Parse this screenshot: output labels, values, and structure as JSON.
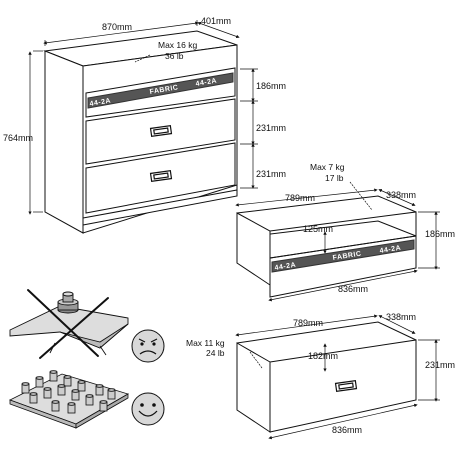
{
  "cabinet": {
    "width": "870mm",
    "depth": "401mm",
    "height": "764mm",
    "max_load": "Max 16 kg",
    "max_load_lb": "36 lb",
    "drawer_heights": [
      "186mm",
      "231mm",
      "231mm"
    ],
    "label_left": "44-2A",
    "label_mid": "FABRIC",
    "label_right": "44-2A"
  },
  "small_drawer": {
    "max_load": "Max 7 kg",
    "max_load_lb": "17 lb",
    "inner_width": "789mm",
    "inner_depth": "338mm",
    "inner_height": "125mm",
    "height": "186mm",
    "width": "836mm",
    "label_left": "44-2A",
    "label_mid": "FABRIC",
    "label_right": "44-2A"
  },
  "large_drawer": {
    "max_load": "Max 11 kg",
    "max_load_lb": "24 lb",
    "inner_width": "789mm",
    "inner_depth": "338mm",
    "inner_height": "182mm",
    "height": "231mm",
    "width": "836mm"
  },
  "icons": [
    "sad-face-icon",
    "happy-face-icon",
    "crossed-out-icon"
  ]
}
